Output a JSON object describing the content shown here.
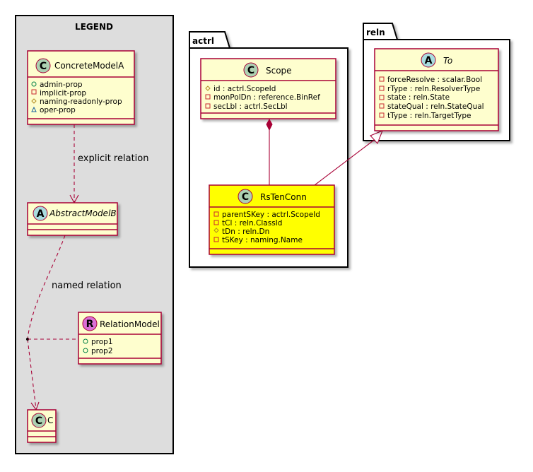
{
  "legend": {
    "title": "LEGEND",
    "concrete_a": {
      "stereotype": "C",
      "name": "ConcreteModelA",
      "attrs": [
        "admin-prop",
        "implicit-prop",
        "naming-readonly-prop",
        "oper-prop"
      ]
    },
    "abstract_b": {
      "stereotype": "A",
      "name": "AbstractModelB"
    },
    "relation_model": {
      "stereotype": "R",
      "name": "RelationModel",
      "attrs": [
        "prop1",
        "prop2"
      ]
    },
    "c": {
      "stereotype": "C",
      "name": "C"
    },
    "explicit_label": "explicit relation",
    "named_label": "named relation"
  },
  "actrl": {
    "package": "actrl",
    "scope": {
      "stereotype": "C",
      "name": "Scope",
      "attrs": [
        "id : actrl.ScopeId",
        "monPolDn : reference.BinRef",
        "secLbl : actrl.SecLbl"
      ]
    },
    "conn": {
      "stereotype": "C",
      "name": "RsTenConn",
      "attrs": [
        "parentSKey : actrl.ScopeId",
        "tCl : reln.ClassId",
        "tDn : reln.Dn",
        "tSKey : naming.Name"
      ]
    }
  },
  "reln": {
    "package": "reln",
    "to": {
      "stereotype": "A",
      "name": "To",
      "attrs": [
        "forceResolve : scalar.Bool",
        "rType : reln.ResolverType",
        "state : reln.State",
        "stateQual : reln.StateQual",
        "tType : reln.TargetType"
      ]
    }
  },
  "colors": {
    "class_fill": "#fefece",
    "class_border": "#a80036",
    "highlight": "#ffff00",
    "legend_bg": "#dddddd",
    "circle_c": "#add1b2",
    "circle_a": "#a9dcdf",
    "circle_r": "#da70d6"
  }
}
